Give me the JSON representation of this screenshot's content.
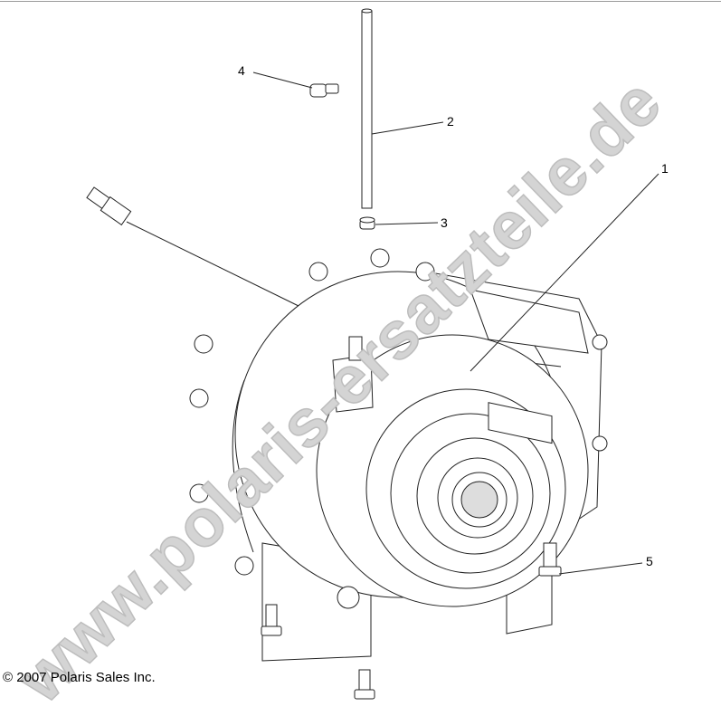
{
  "diagram": {
    "callouts": [
      {
        "label": "1",
        "part": "housing"
      },
      {
        "label": "2",
        "part": "vent-tube"
      },
      {
        "label": "3",
        "part": "clamp"
      },
      {
        "label": "4",
        "part": "fitting"
      },
      {
        "label": "5",
        "part": "bolt"
      }
    ],
    "watermark": "www.polaris-ersatzteile.de",
    "copyright": "© 2007 Polaris Sales Inc."
  }
}
